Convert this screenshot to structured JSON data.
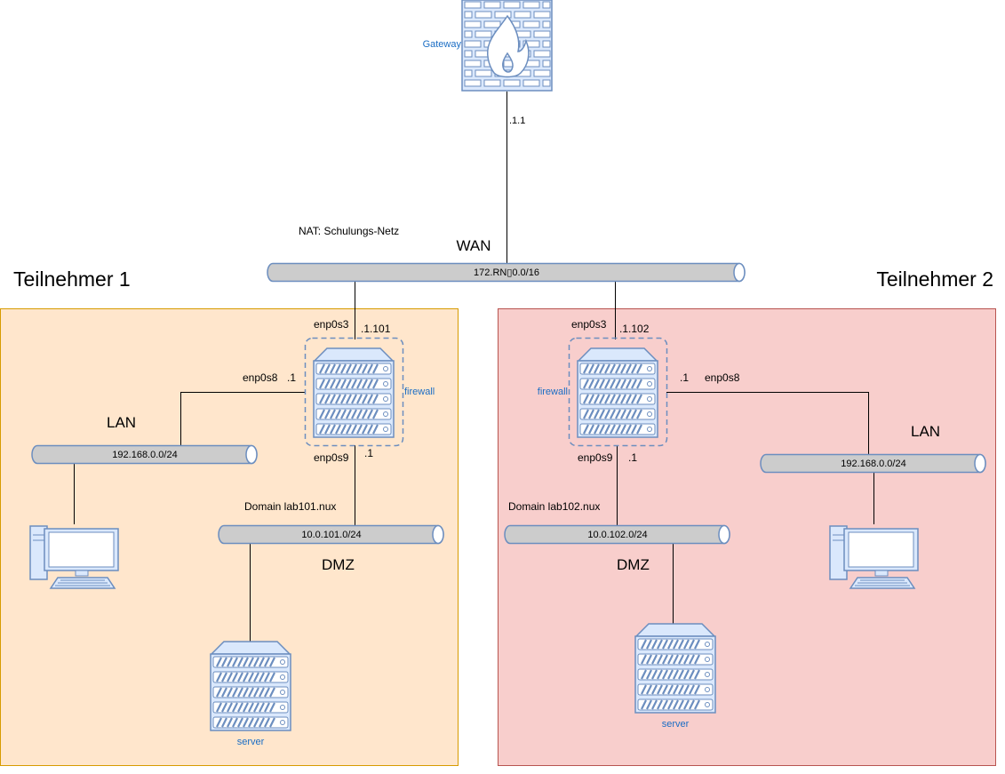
{
  "colors": {
    "zone1_fill": "#ffe6cc",
    "zone1_stroke": "#d79b00",
    "zone2_fill": "#f8cecc",
    "zone2_stroke": "#b85450",
    "device_fill": "#dae8fc",
    "device_stroke": "#6c8ebf",
    "device_slots": "#ffffff",
    "pipe_fill": "#cccccc",
    "pipe_stroke": "#6c8ebf",
    "link": "#000000",
    "label_blue": "#1a6dc4"
  },
  "gateway": {
    "label": "Gateway",
    "icon": "firewall-brick-icon",
    "ip": ".1.1"
  },
  "wan": {
    "nat_label": "NAT: Schulungs-Netz",
    "title": "WAN",
    "network": "172.RN▯0.0/16"
  },
  "participants": [
    {
      "title": "Teilnehmer 1",
      "firewall": {
        "label": "firewall",
        "wan_if": "enp0s3",
        "wan_ip": ".1.101",
        "lan_if": "enp0s8",
        "lan_ip": ".1",
        "dmz_if": "enp0s9",
        "dmz_ip": ".1"
      },
      "lan": {
        "title": "LAN",
        "network": "192.168.0.0/24"
      },
      "dmz": {
        "title": "DMZ",
        "network": "10.0.101.0/24",
        "domain": "Domain lab101.nux"
      },
      "server": {
        "label": "server"
      }
    },
    {
      "title": "Teilnehmer 2",
      "firewall": {
        "label": "firewall",
        "wan_if": "enp0s3",
        "wan_ip": ".1.102",
        "lan_if": "enp0s8",
        "lan_ip": ".1",
        "dmz_if": "enp0s9",
        "dmz_ip": ".1"
      },
      "lan": {
        "title": "LAN",
        "network": "192.168.0.0/24"
      },
      "dmz": {
        "title": "DMZ",
        "network": "10.0.102.0/24",
        "domain": "Domain lab102.nux"
      },
      "server": {
        "label": "server"
      }
    }
  ]
}
